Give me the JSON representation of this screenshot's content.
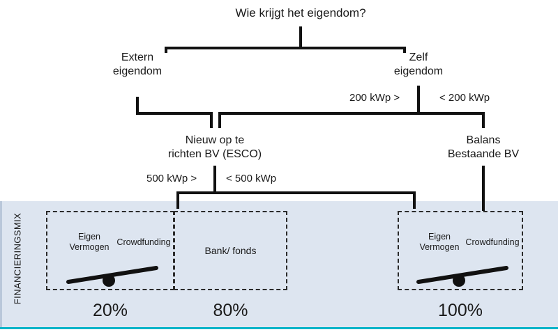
{
  "diagram": {
    "title": "Wie krijgt het eigendom?",
    "band_label": "FINANCIERINGSMIX",
    "accent_color": "#00b3c8",
    "band_color": "#dde5f0",
    "nodes": {
      "root": "Wie krijgt het eigendom?",
      "extern": "Extern\neigendom",
      "zelf": "Zelf\neigendom",
      "esco": "Nieuw op te\nrichten BV (ESCO)",
      "balans": "Balans\nBestaande BV"
    },
    "edge_labels": {
      "kwp200_left": "200 kWp >",
      "kwp200_right": "< 200 kWp",
      "kwp500_left": "500 kWp >",
      "kwp500_right": "< 500 kWp"
    },
    "financing_boxes": [
      {
        "type": "seesaw",
        "left_label": "Eigen\nVermogen",
        "right_label": "Crowdfunding",
        "percent": "20%"
      },
      {
        "type": "text",
        "center_label": "Bank/ fonds",
        "percent": "80%"
      },
      {
        "type": "seesaw",
        "left_label": "Eigen\nVermogen",
        "right_label": "Crowdfunding",
        "percent": "100%"
      }
    ]
  }
}
